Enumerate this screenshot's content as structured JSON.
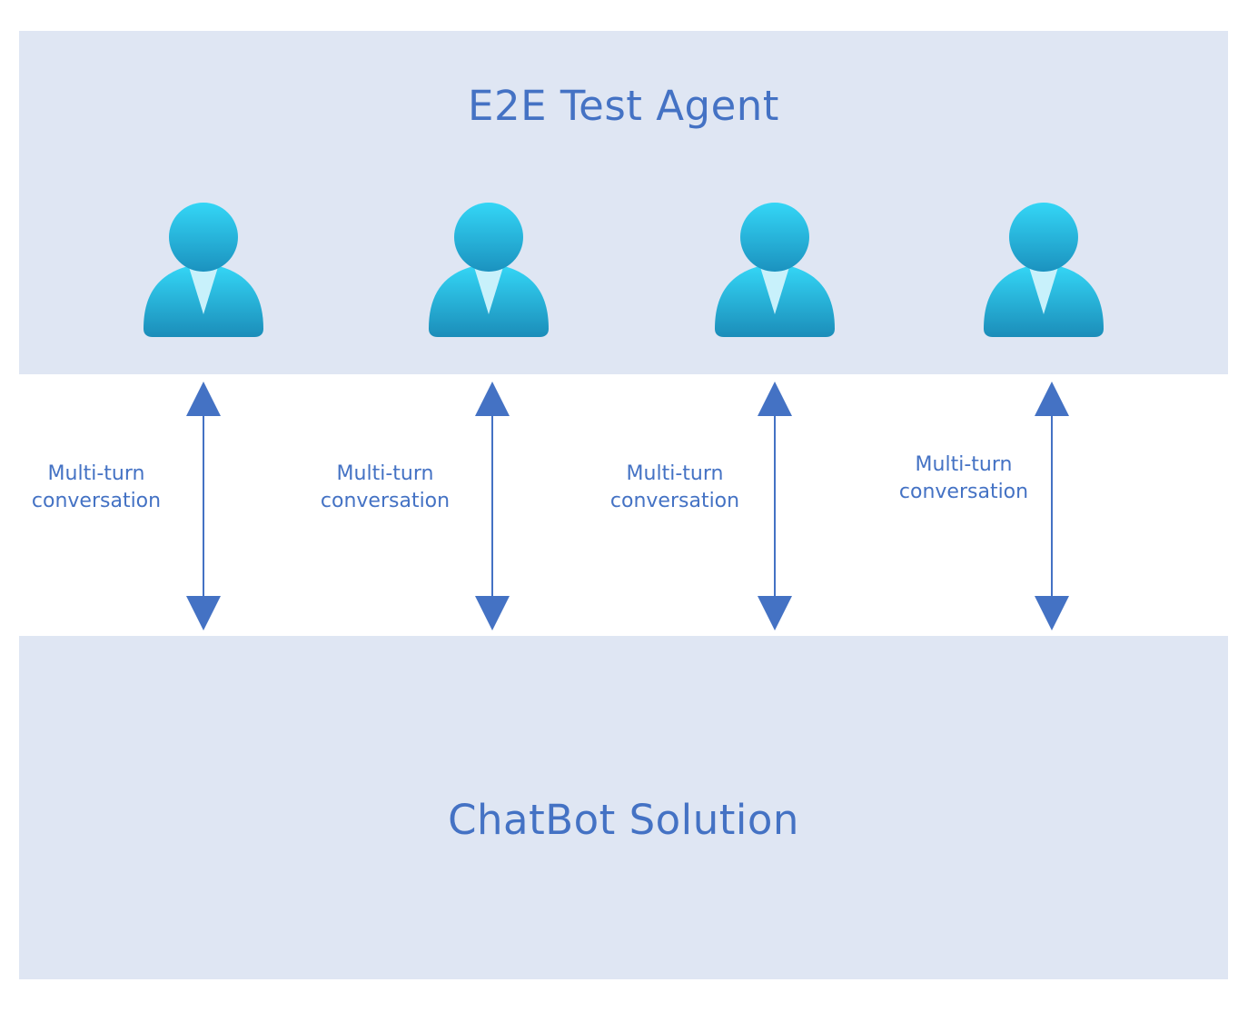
{
  "top_panel": {
    "title": "E2E Test Agent",
    "background": "#dfe6f3"
  },
  "bottom_panel": {
    "title": "ChatBot Solution",
    "background": "#dfe6f3"
  },
  "agents": [
    {
      "icon": "user-icon"
    },
    {
      "icon": "user-icon"
    },
    {
      "icon": "user-icon"
    },
    {
      "icon": "user-icon"
    }
  ],
  "connections": [
    {
      "label_line1": "Multi-turn",
      "label_line2": "conversation",
      "icon": "double-arrow-icon"
    },
    {
      "label_line1": "Multi-turn",
      "label_line2": "conversation",
      "icon": "double-arrow-icon"
    },
    {
      "label_line1": "Multi-turn",
      "label_line2": "conversation",
      "icon": "double-arrow-icon"
    },
    {
      "label_line1": "Multi-turn",
      "label_line2": "conversation",
      "icon": "double-arrow-icon"
    }
  ],
  "colors": {
    "text": "#4472c4",
    "arrow": "#4472c4",
    "person_light": "#33d3f5",
    "person_dark": "#1a8bb9",
    "collar": "#c8f1fb"
  }
}
